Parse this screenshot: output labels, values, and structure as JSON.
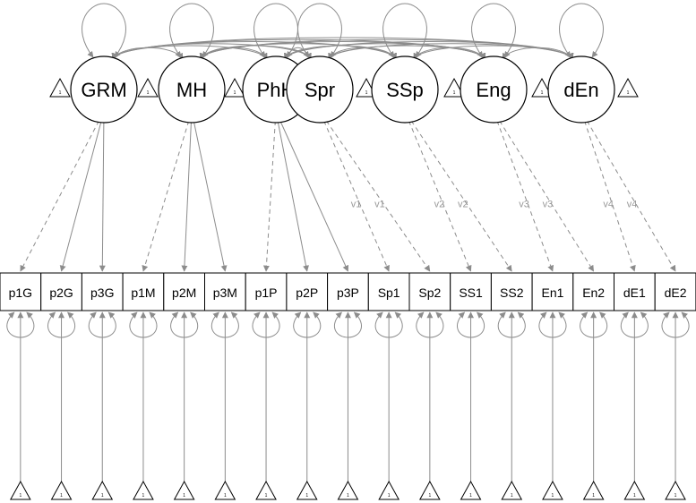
{
  "latent_factors": [
    "GRM",
    "MH",
    "PhH",
    "Spr",
    "SSp",
    "Eng",
    "dEn"
  ],
  "observed_indicators": [
    "p1G",
    "p2G",
    "p3G",
    "p1M",
    "p2M",
    "p3M",
    "p1P",
    "p2P",
    "p3P",
    "Sp1",
    "Sp2",
    "SS1",
    "SS2",
    "En1",
    "En2",
    "dE1",
    "dE2"
  ],
  "intercept_marker": "1",
  "loadings": [
    {
      "from": "GRM",
      "to": "p1G",
      "line": "dashed",
      "label": ""
    },
    {
      "from": "GRM",
      "to": "p2G",
      "line": "solid",
      "label": ""
    },
    {
      "from": "GRM",
      "to": "p3G",
      "line": "solid",
      "label": ""
    },
    {
      "from": "MH",
      "to": "p1M",
      "line": "dashed",
      "label": ""
    },
    {
      "from": "MH",
      "to": "p2M",
      "line": "solid",
      "label": ""
    },
    {
      "from": "MH",
      "to": "p3M",
      "line": "solid",
      "label": ""
    },
    {
      "from": "PhH",
      "to": "p1P",
      "line": "dashed",
      "label": ""
    },
    {
      "from": "PhH",
      "to": "p2P",
      "line": "solid",
      "label": ""
    },
    {
      "from": "PhH",
      "to": "p3P",
      "line": "solid",
      "label": ""
    },
    {
      "from": "Spr",
      "to": "Sp1",
      "line": "dashed",
      "label": "v1"
    },
    {
      "from": "Spr",
      "to": "Sp2",
      "line": "dashed",
      "label": "v1"
    },
    {
      "from": "SSp",
      "to": "SS1",
      "line": "dashed",
      "label": "v2"
    },
    {
      "from": "SSp",
      "to": "SS2",
      "line": "dashed",
      "label": "v2"
    },
    {
      "from": "Eng",
      "to": "En1",
      "line": "dashed",
      "label": "v3"
    },
    {
      "from": "Eng",
      "to": "En2",
      "line": "dashed",
      "label": "v3"
    },
    {
      "from": "dEn",
      "to": "dE1",
      "line": "dashed",
      "label": "v4"
    },
    {
      "from": "dEn",
      "to": "dE2",
      "line": "dashed",
      "label": "v4"
    }
  ],
  "colors": {
    "line": "#8c8c8c",
    "label": "#999999",
    "node_stroke": "#000000",
    "text": "#000000"
  }
}
